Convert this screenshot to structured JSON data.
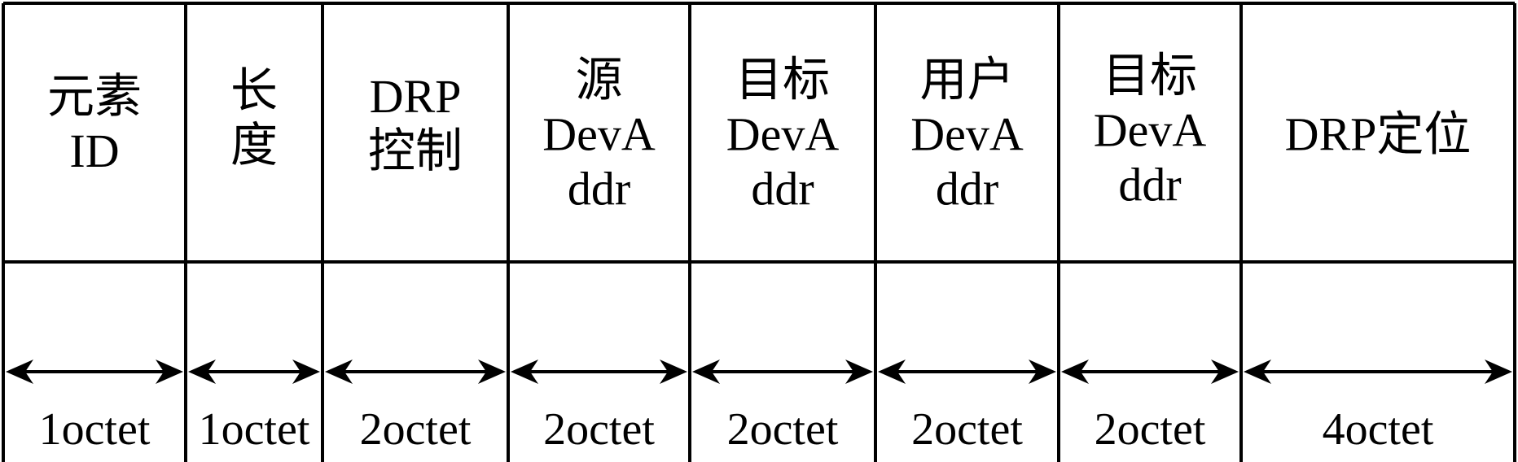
{
  "fields": [
    {
      "lines": [
        "元素",
        "ID"
      ],
      "size": "1octet"
    },
    {
      "lines": [
        "长",
        "度"
      ],
      "size": "1octet"
    },
    {
      "lines": [
        "DRP",
        "控制"
      ],
      "size": "2octet"
    },
    {
      "lines": [
        "源",
        "DevA",
        "ddr"
      ],
      "size": "2octet"
    },
    {
      "lines": [
        "目标",
        "DevA",
        "ddr"
      ],
      "size": "2octet"
    },
    {
      "lines": [
        "用户",
        "DevA",
        "ddr"
      ],
      "size": "2octet"
    },
    {
      "lines": [
        "目标",
        "DevA",
        "ddr"
      ],
      "size": "2octet"
    },
    {
      "lines": [
        "DRP定位"
      ],
      "size": "4octet"
    }
  ],
  "colors": {
    "line": "#000000",
    "background": "#ffffff"
  }
}
